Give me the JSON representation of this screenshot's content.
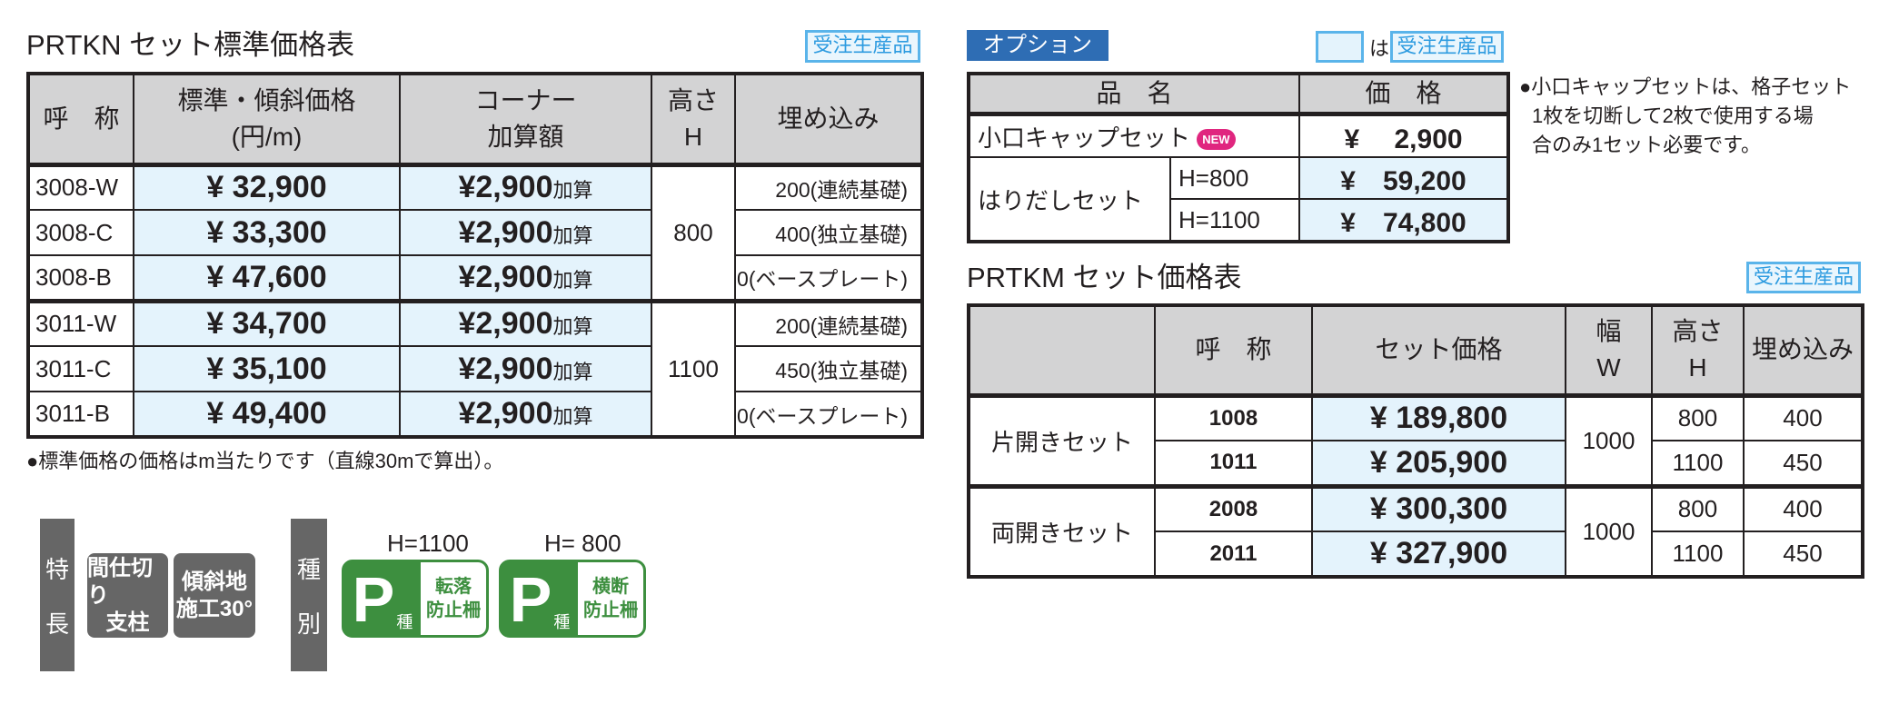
{
  "prtkn": {
    "title": "PRTKN セット標準価格表",
    "badge": "受注生産品",
    "headers": {
      "name": "呼　称",
      "price": "標準・傾斜価格",
      "price_unit": "(円/m)",
      "corner": "コーナー",
      "corner2": "加算額",
      "height": "高さ",
      "height2": "H",
      "embed": "埋め込み"
    },
    "rows": [
      {
        "name": "3008-W",
        "price": "¥ 32,900",
        "corner": "¥2,900",
        "add": "加算",
        "embed": "200(連続基礎)"
      },
      {
        "name": "3008-C",
        "price": "¥ 33,300",
        "corner": "¥2,900",
        "add": "加算",
        "embed": "400(独立基礎)"
      },
      {
        "name": "3008-B",
        "price": "¥ 47,600",
        "corner": "¥2,900",
        "add": "加算",
        "embed": "0(ベースプレート)"
      },
      {
        "name": "3011-W",
        "price": "¥ 34,700",
        "corner": "¥2,900",
        "add": "加算",
        "embed": "200(連続基礎)"
      },
      {
        "name": "3011-C",
        "price": "¥ 35,100",
        "corner": "¥2,900",
        "add": "加算",
        "embed": "450(独立基礎)"
      },
      {
        "name": "3011-B",
        "price": "¥ 49,400",
        "corner": "¥2,900",
        "add": "加算",
        "embed": "0(ベースプレート)"
      }
    ],
    "heights": [
      "800",
      "1100"
    ],
    "note": "●標準価格の価格はm当たりです（直線30mで算出）。"
  },
  "features": {
    "label1": "特",
    "label2": "長",
    "items": [
      [
        "間仕切り",
        "支柱"
      ],
      [
        "傾斜地",
        "施工30°"
      ]
    ]
  },
  "types": {
    "label1": "種",
    "label2": "別",
    "items": [
      {
        "h": "H=1100",
        "p": "P",
        "kind": "種",
        "t1": "転落",
        "t2": "防止柵"
      },
      {
        "h": "H=  800",
        "p": "P",
        "kind": "種",
        "t1": "横断",
        "t2": "防止柵"
      }
    ]
  },
  "options": {
    "title": "オプション",
    "legend_is": "は",
    "legend_badge": "受注生産品",
    "headers": {
      "name": "品　名",
      "price": "価　格"
    },
    "cap": {
      "name": "小口キャップセット",
      "new": "NEW",
      "price": "¥　  2,900"
    },
    "haridashi": {
      "name": "はりだしセット",
      "rows": [
        {
          "h": "H=800",
          "price": "¥　59,200"
        },
        {
          "h": "H=1100",
          "price": "¥　74,800"
        }
      ]
    },
    "note": [
      "●小口キャップセットは、格子セット",
      "1枚を切断して2枚で使用する場",
      "合のみ1セット必要です。"
    ]
  },
  "prtkm": {
    "title": "PRTKM セット価格表",
    "badge": "受注生産品",
    "headers": {
      "name": "呼　称",
      "price": "セット価格",
      "width": "幅",
      "width2": "W",
      "height": "高さ",
      "height2": "H",
      "embed": "埋め込み"
    },
    "groups": [
      {
        "name": "片開きセット",
        "width": "1000",
        "rows": [
          {
            "code": "1008",
            "price": "¥ 189,800",
            "h": "800",
            "embed": "400"
          },
          {
            "code": "1011",
            "price": "¥ 205,900",
            "h": "1100",
            "embed": "450"
          }
        ]
      },
      {
        "name": "両開きセット",
        "width": "1000",
        "rows": [
          {
            "code": "2008",
            "price": "¥ 300,300",
            "h": "800",
            "embed": "400"
          },
          {
            "code": "2011",
            "price": "¥ 327,900",
            "h": "1100",
            "embed": "450"
          }
        ]
      }
    ]
  }
}
